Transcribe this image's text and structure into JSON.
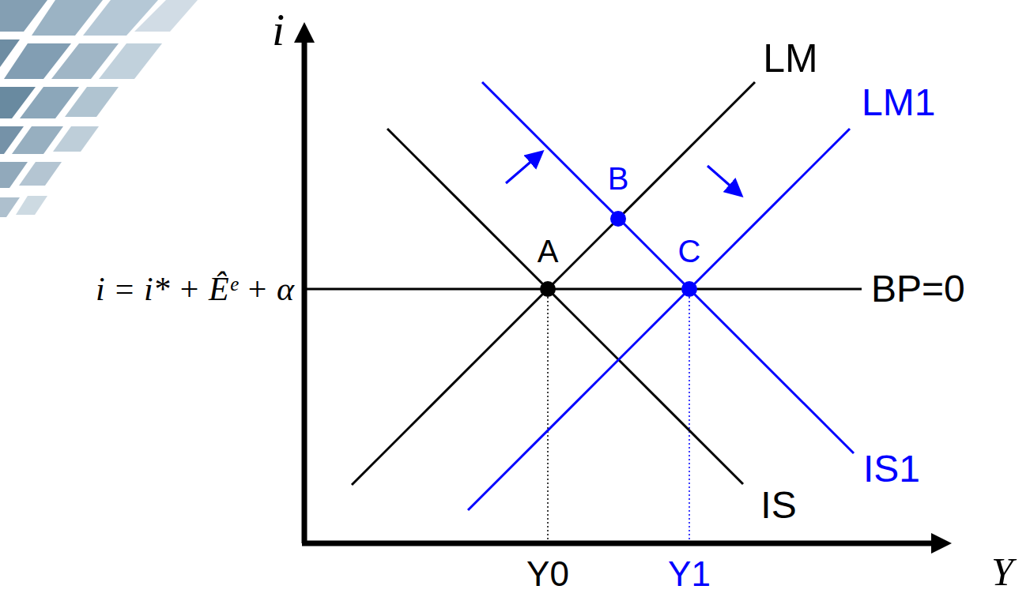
{
  "diagram": {
    "labels": [
      "i",
      "LM",
      "LM1",
      "B",
      "A",
      "C",
      "i = i* + Êᵉ + α",
      "BP=0",
      "IS1",
      "IS",
      "Y0",
      "Y1",
      "Y"
    ]
  }
}
